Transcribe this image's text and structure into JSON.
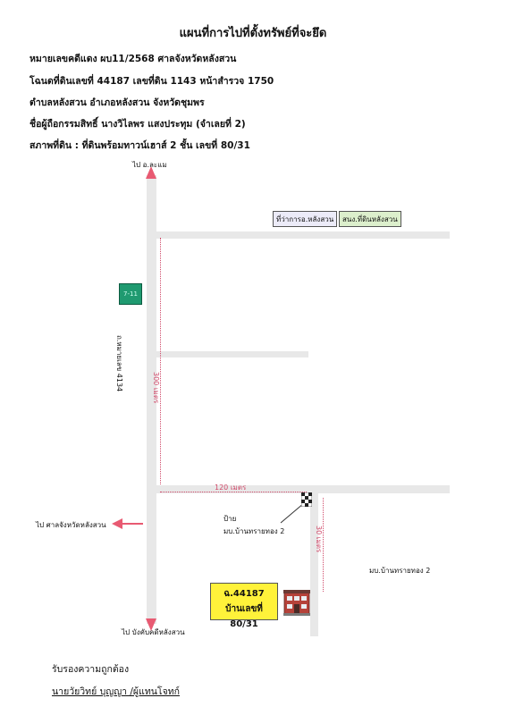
{
  "header": {
    "title": "แผนที่การไปที่ตั้งทรัพย์ที่จะยึด",
    "lines": [
      "หมายเลขคดีแดง ผบ11/2568 ศาลจังหวัดหลังสวน",
      "โฉนดที่ดินเลขที่ 44187 เลขที่ดิน 1143 หน้าสำรวจ 1750",
      "ตำบลหลังสวน อำเภอหลังสวน จังหวัดชุมพร",
      "ชื่อผู้ถือกรรมสิทธิ์  นางวิไลพร  แสงประทุม   (จำเลยที่ 2)",
      "สภาพที่ดิน : ที่ดินพร้อมทาวน์เฮาส์ 2 ชั้น เลขที่ 80/31"
    ]
  },
  "map": {
    "to_lamae": "ไป อ.ละแม",
    "to_court": "ไป ศาลจังหวัดหลังสวน",
    "to_enforcement": "ไป บังคับคดีหลังสวน",
    "road_name": "ถ.หมายเลข 4134",
    "seven_eleven": "7-11",
    "district_office": "ที่ว่าการอ.หลังสวน",
    "land_office": "สนง.ที่ดินหลังสวน",
    "dist_300": "300 เมตร",
    "dist_120": "120 เมตร",
    "dist_30": "30 เมตร",
    "sign_label_1": "ป้าย",
    "sign_label_2": "มบ.บ้านทรายทอง 2",
    "village": "มบ.บ้านทรายทอง 2",
    "deed_number": "ฉ.44187",
    "house_number": "บ้านเลขที่ 80/31",
    "colors": {
      "accent": "#e85a72",
      "seven_eleven": "#1f9a70",
      "district_box": "#ecebf8",
      "land_box": "#dcefcc",
      "deed_box": "#fff23a"
    }
  },
  "footer": {
    "certify": "รับรองความถูกต้อง",
    "signer": "นายวัยวิทย์  บุญญา /ผู้แทนโจทก์"
  }
}
